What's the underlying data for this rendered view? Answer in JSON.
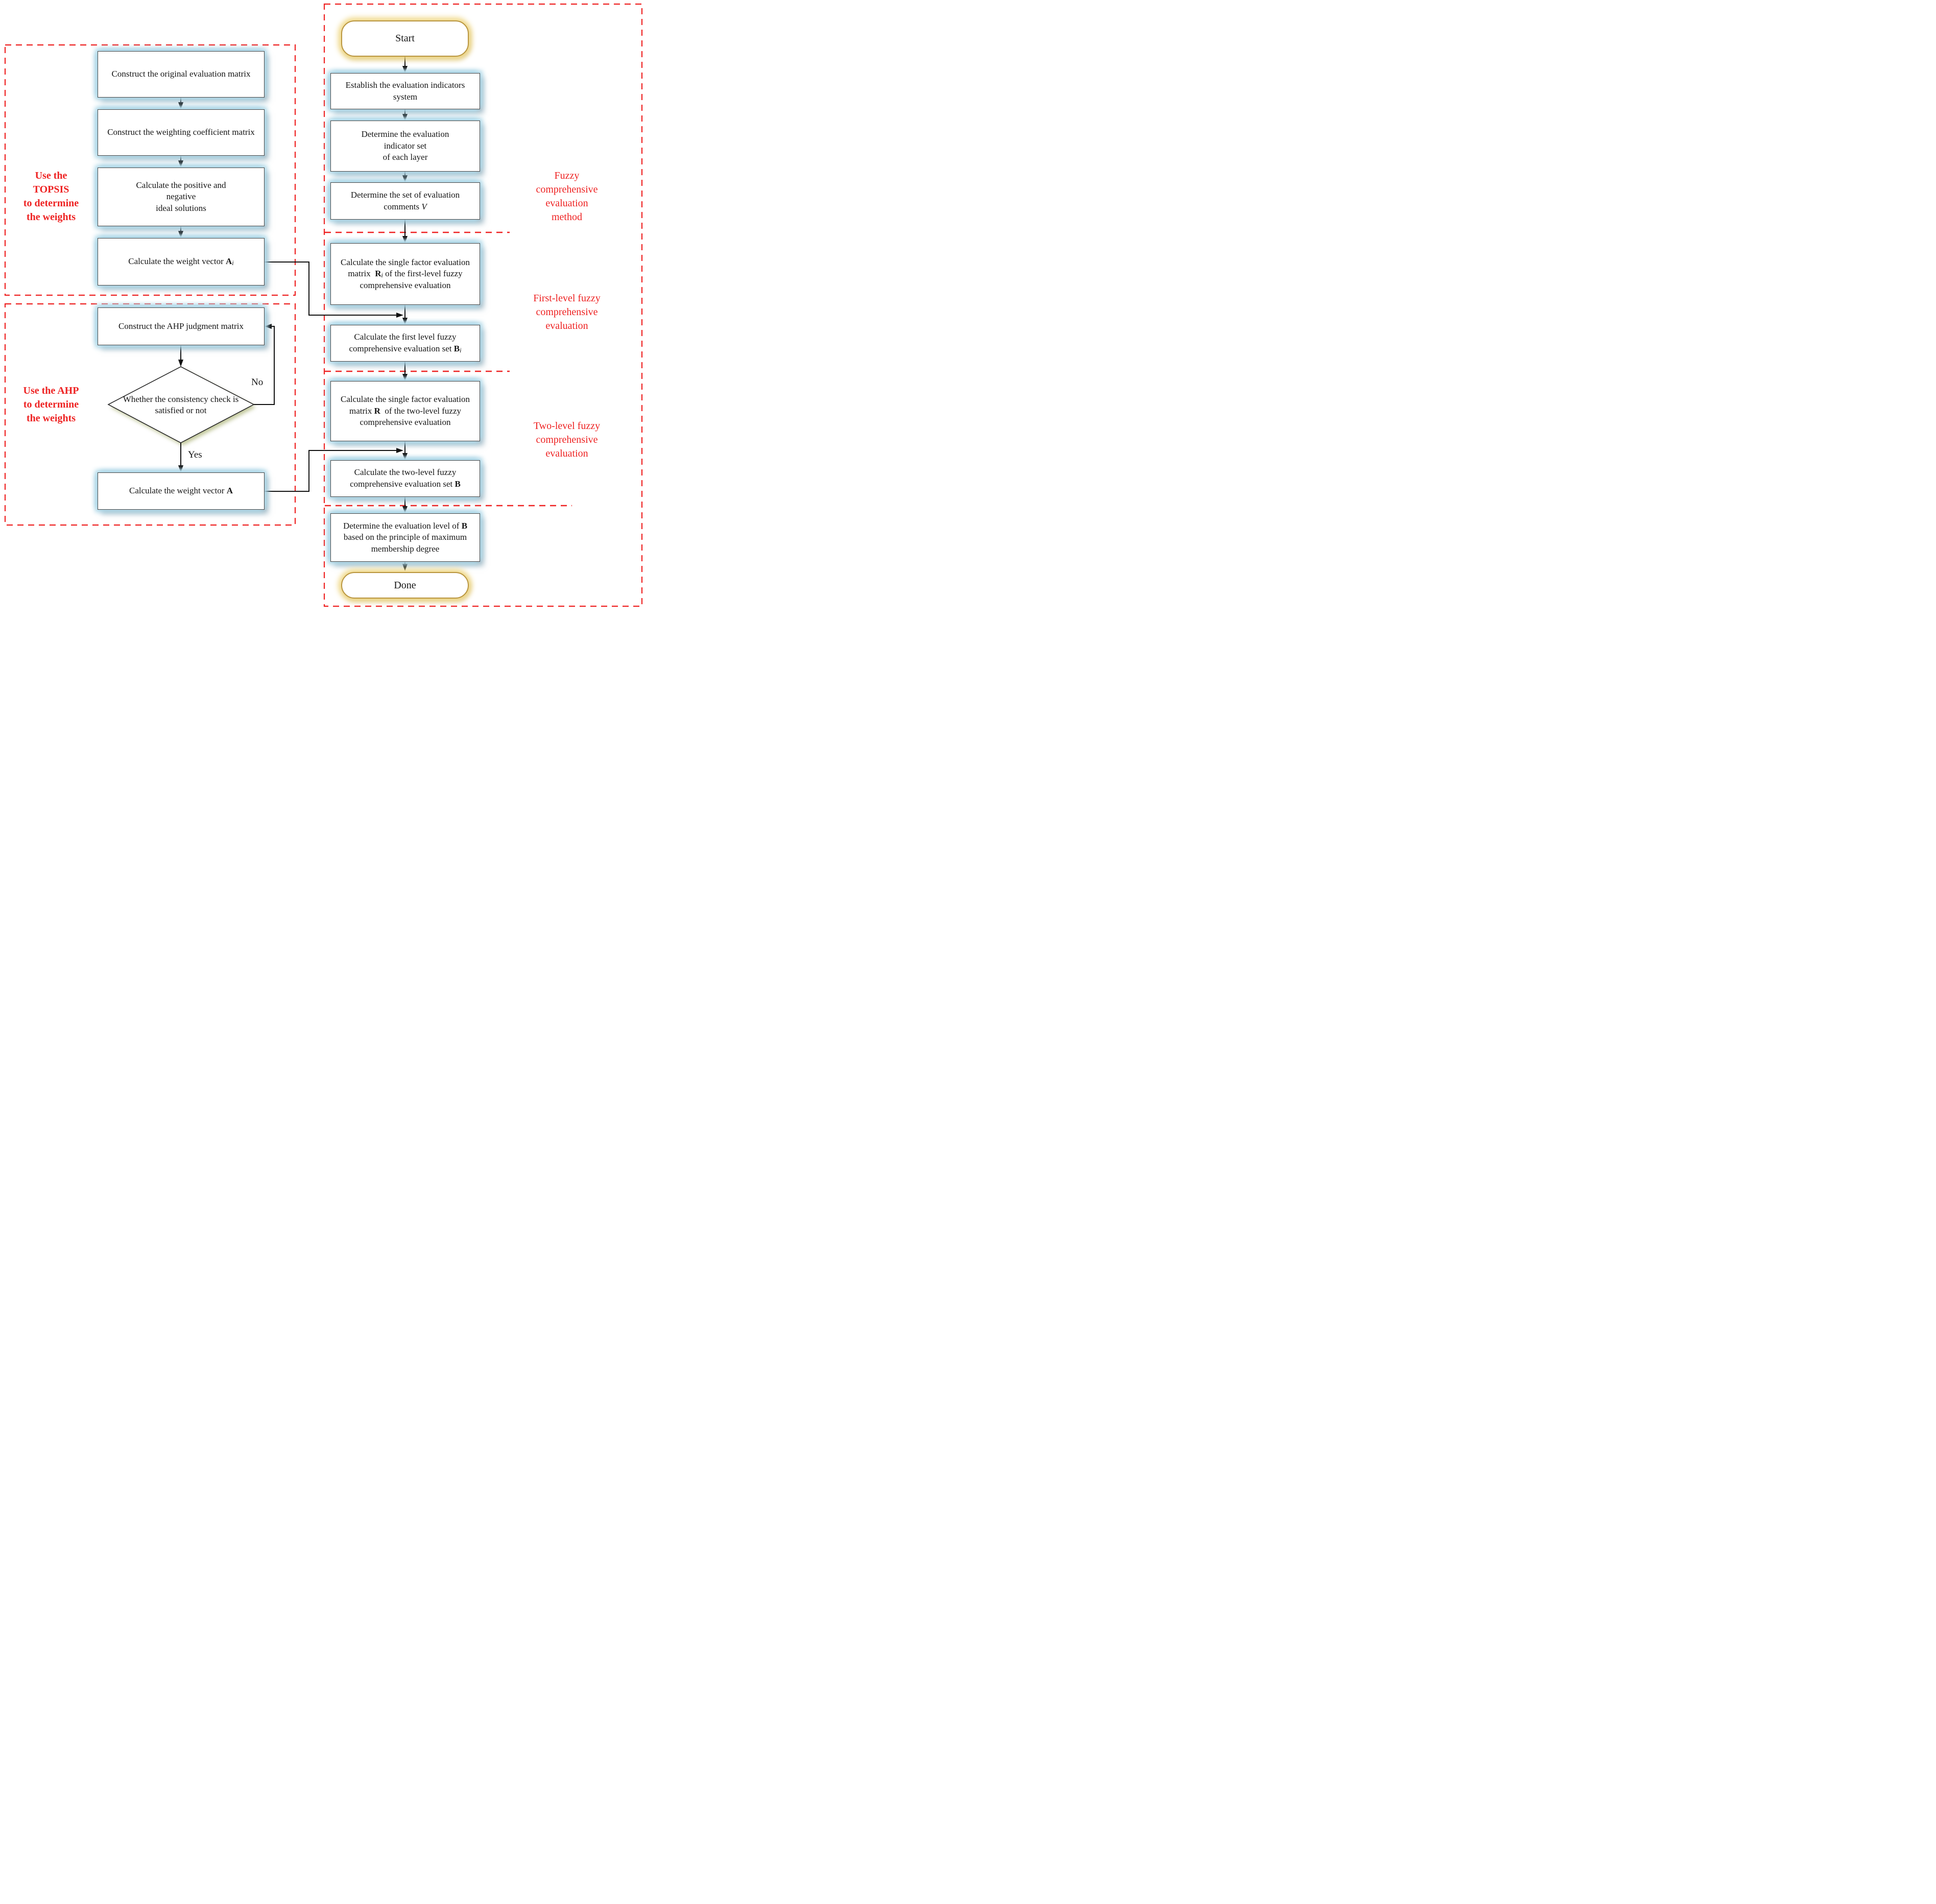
{
  "colors": {
    "frame_red": "#ee2222",
    "box_border": "#454545",
    "terminal_gold": "#b9953f",
    "terminal_glow": "#f2dc9b",
    "box_glow_blue": "#b5dbe9",
    "diamond_glow_olive": "#b9c08d",
    "line_black": "#111111"
  },
  "terminals": {
    "start": "Start",
    "done": "Done"
  },
  "edge_labels": {
    "no": "No",
    "yes": "Yes"
  },
  "group_labels": {
    "topsis": [
      "Use the",
      "TOPSIS",
      "to determine",
      "the weights"
    ],
    "ahp": [
      "Use the AHP",
      "to determine",
      "the weights"
    ],
    "fuzzy_method": [
      "Fuzzy",
      "comprehensive",
      "evaluation",
      "method"
    ],
    "first_level": [
      "First-level fuzzy",
      "comprehensive",
      "evaluation"
    ],
    "two_level": [
      "Two-level fuzzy",
      "comprehensive",
      "evaluation"
    ]
  },
  "nodes": {
    "construct_original": [
      {
        "t": "Construct the original evaluation matrix"
      }
    ],
    "construct_weighting": [
      {
        "t": "Construct the weighting coefficient matrix"
      }
    ],
    "calc_ideal": [
      {
        "t": "Calculate the positive and"
      },
      {
        "br": true
      },
      {
        "t": "negative"
      },
      {
        "br": true
      },
      {
        "t": "ideal solutions"
      }
    ],
    "calc_weight_ai": [
      {
        "t": "Calculate the weight vector "
      },
      {
        "t": "A",
        "b": true
      },
      {
        "t": "i",
        "sub": true
      }
    ],
    "construct_ahp": [
      {
        "t": "Construct the AHP judgment matrix"
      }
    ],
    "consistency_check": [
      {
        "t": "Whether the consistency check is satisfied or not"
      }
    ],
    "calc_weight_a": [
      {
        "t": "Calculate the weight vector "
      },
      {
        "t": "A",
        "b": true
      }
    ],
    "establish_indicators": [
      {
        "t": "Establish the evaluation indicators system"
      }
    ],
    "determine_indicator_set": [
      {
        "t": "Determine the evaluation"
      },
      {
        "br": true
      },
      {
        "t": "indicator set"
      },
      {
        "br": true
      },
      {
        "t": "of each layer"
      }
    ],
    "determine_comments": [
      {
        "t": "Determine the set of evaluation comments "
      },
      {
        "t": "V",
        "i": true
      }
    ],
    "calc_r_first": [
      {
        "t": "Calculate the single factor evaluation matrix  "
      },
      {
        "t": "R",
        "b": true
      },
      {
        "t": "i",
        "sub": true
      },
      {
        "t": " of the first-level fuzzy comprehensive evaluation"
      }
    ],
    "calc_b_first": [
      {
        "t": "Calculate the first level fuzzy comprehensive evaluation set "
      },
      {
        "t": "B",
        "b": true
      },
      {
        "t": "i",
        "sub": true
      }
    ],
    "calc_r_two": [
      {
        "t": "Calculate the single factor evaluation matrix "
      },
      {
        "t": "R",
        "b": true
      },
      {
        "t": "  of the two-level fuzzy comprehensive evaluation"
      }
    ],
    "calc_b_two": [
      {
        "t": "Calculate the two-level fuzzy comprehensive evaluation set "
      },
      {
        "t": "B",
        "b": true
      }
    ],
    "determine_level": [
      {
        "t": "Determine the evaluation level of "
      },
      {
        "t": "B",
        "b": true
      },
      {
        "t": " based on the principle of maximum membership degree"
      }
    ]
  }
}
